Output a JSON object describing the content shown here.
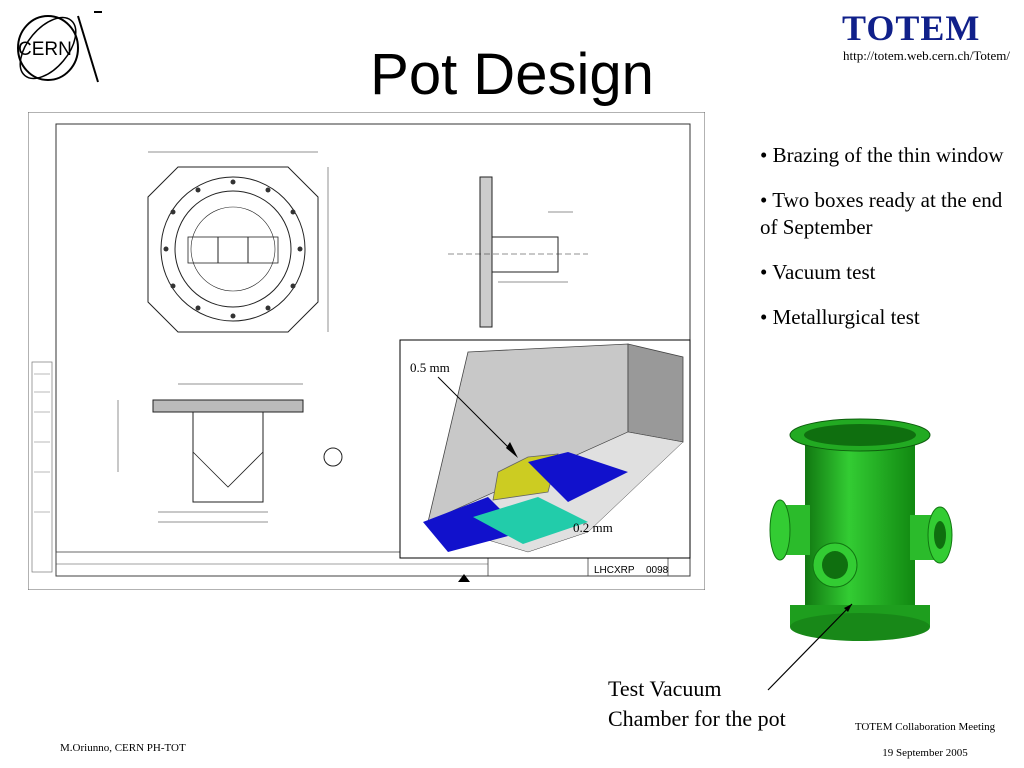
{
  "slide": {
    "title": "Pot Design",
    "url": "http://totem.web.cern.ch/Totem/",
    "logos": {
      "cern": "CERN",
      "totem": "TOTEM"
    },
    "bullets": [
      "• Brazing of the thin window",
      "• Two boxes ready at the end of September",
      "• Vacuum test",
      "• Metallurgical test"
    ],
    "inset_labels": {
      "top": "0.5 mm",
      "bottom": "0.2 mm"
    },
    "drawing_title_block": {
      "part_id": "LHCXRP",
      "number": "0098"
    },
    "caption": [
      "Test Vacuum",
      "Chamber for the pot"
    ],
    "footer": {
      "author": "M.Oriunno, CERN PH-TOT",
      "meeting": "TOTEM Collaboration Meeting",
      "date": "19 September 2005"
    },
    "colors": {
      "chamber": "#22aa22",
      "window_yellow": "#cccc22",
      "window_blue": "#1111cc",
      "window_teal": "#22ccaa"
    }
  }
}
